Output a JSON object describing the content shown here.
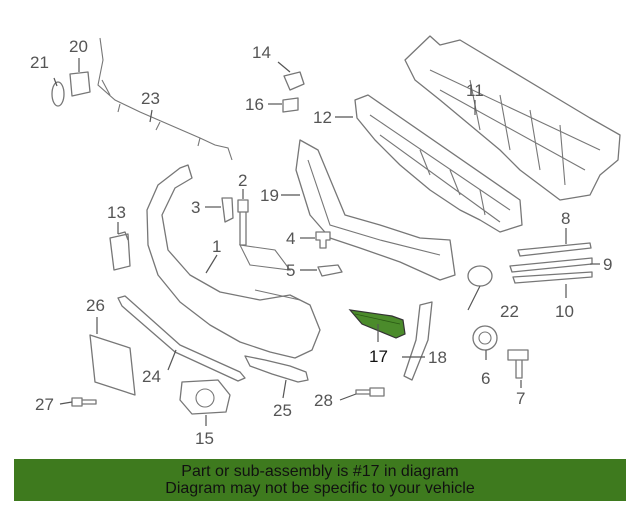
{
  "colors": {
    "highlight_fill": "#4b8b2b",
    "banner_bg": "#3e7a1e",
    "line": "#777777",
    "label": "#555555"
  },
  "callouts": [
    "1",
    "2",
    "3",
    "4",
    "5",
    "6",
    "7",
    "8",
    "9",
    "10",
    "11",
    "12",
    "13",
    "14",
    "15",
    "16",
    "17",
    "18",
    "19",
    "20",
    "21",
    "22",
    "23",
    "24",
    "25",
    "26",
    "27",
    "28"
  ],
  "highlighted_part": "17",
  "banner": {
    "line1": "Part or sub-assembly is #17 in diagram",
    "line2": "Diagram may not be specific to your vehicle"
  }
}
